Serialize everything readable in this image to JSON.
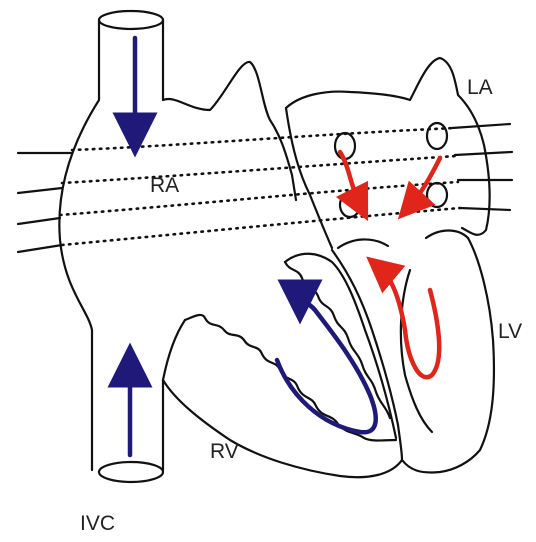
{
  "labels": {
    "ra": "RA",
    "la": "LA",
    "lv": "LV",
    "rv": "RV",
    "ivc": "IVC"
  },
  "colors": {
    "deoxygenated": "#1f1a7a",
    "oxygenated": "#e0261b",
    "outline": "#111111"
  }
}
